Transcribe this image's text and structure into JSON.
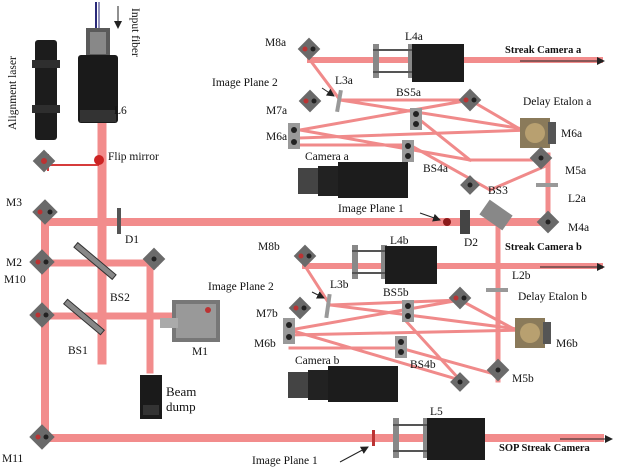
{
  "labels": {
    "alignment_laser": "Alignment laser",
    "input_fiber": "Input fiber",
    "l6": "L6",
    "flip_mirror": "Flip mirror",
    "m3": "M3",
    "m2": "M2",
    "m10": "M10",
    "m11": "M11",
    "d1": "D1",
    "bs2": "BS2",
    "bs1": "BS1",
    "m1": "M1",
    "beam_dump": "Beam\ndump",
    "m8a": "M8a",
    "l4a": "L4a",
    "streak_camera_a": "Streak Camera a",
    "image_plane_2a": "Image Plane 2",
    "l3a": "L3a",
    "m7a": "M7a",
    "m6a_left": "M6a",
    "bs5a": "BS5a",
    "delay_etalon_a": "Delay Etalon a",
    "m6a_right": "M6a",
    "camera_a": "Camera a",
    "bs4a": "BS4a",
    "m5a": "M5a",
    "bs3": "BS3",
    "l2a": "L2a",
    "image_plane_1": "Image Plane 1",
    "m4a": "M4a",
    "d2": "D2",
    "streak_camera_b": "Streak Camera b",
    "m8b": "M8b",
    "l4b": "L4b",
    "l2b": "L2b",
    "image_plane_2b": "Image Plane 2",
    "l3b": "L3b",
    "bs5b": "BS5b",
    "delay_etalon_b": "Delay Etalon b",
    "m7b": "M7b",
    "m6b_left": "M6b",
    "m6b_right": "M6b",
    "camera_b": "Camera b",
    "bs4b": "BS4b",
    "m5b": "M5b",
    "l5": "L5",
    "sop_streak_camera": "SOP Streak Camera",
    "image_plane_1_bottom": "Image Plane 1"
  },
  "colors": {
    "beam": "#f28c8c",
    "beam_dark": "#e05a5a",
    "optic": "#444444",
    "flip_dot": "#cc2222"
  }
}
